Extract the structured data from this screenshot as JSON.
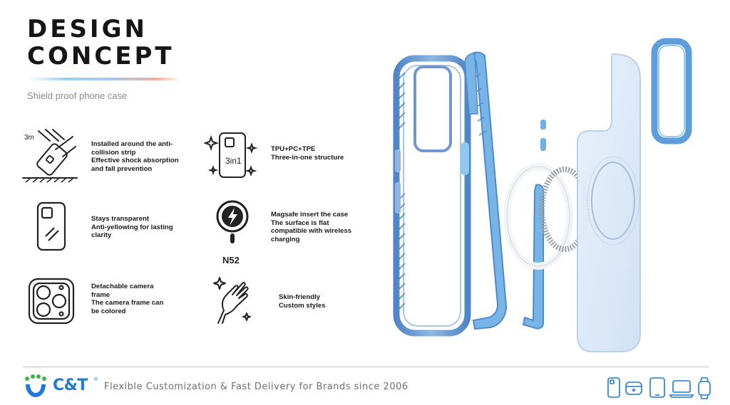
{
  "header": {
    "title_line1": "DESIGN",
    "title_line2": "CONCEPT",
    "subtitle": "Shield proof phone case"
  },
  "features": [
    {
      "id": "drop",
      "lines": [
        "Installed around the anti-",
        "collision strip",
        "Effective shock absorption",
        "and fall prevention"
      ],
      "icon_label": "3m",
      "icon": "phone-drop-icon"
    },
    {
      "id": "structure",
      "lines": [
        "TPU+PC+TPE",
        "Three-in-one structure"
      ],
      "icon_label": "3in1",
      "icon": "three-in-one-icon"
    },
    {
      "id": "transparent",
      "lines": [
        "Stays transparent",
        "Anti-yellowing for lasting",
        "clarity"
      ],
      "icon": "transparent-phone-icon"
    },
    {
      "id": "magsafe",
      "lines": [
        "Magsafe insert the case",
        "The surface is flat",
        "compatible with wireless",
        "charging"
      ],
      "icon_label": "N52",
      "icon": "magnet-charging-icon"
    },
    {
      "id": "camera",
      "lines": [
        "Detachable camera",
        "frame",
        "The camera frame can",
        "be colored"
      ],
      "icon": "camera-frame-icon"
    },
    {
      "id": "skin",
      "lines": [
        "Skin-friendly",
        "Custom styles"
      ],
      "icon": "hand-sparkle-icon"
    }
  ],
  "footer": {
    "brand": "C&T",
    "trademark": "®",
    "tagline": "Flexible Customization & Fast Delivery for Brands since 2006",
    "device_icons": [
      "phone-icon",
      "earbuds-case-icon",
      "tablet-icon",
      "laptop-icon",
      "watch-icon"
    ]
  },
  "colors": {
    "accent_blue": "#5ea7e0",
    "brand_blue": "#1f7ad8",
    "brand_green": "#3fb549",
    "text_dark": "#161616",
    "text_gray": "#8a8a8a"
  }
}
